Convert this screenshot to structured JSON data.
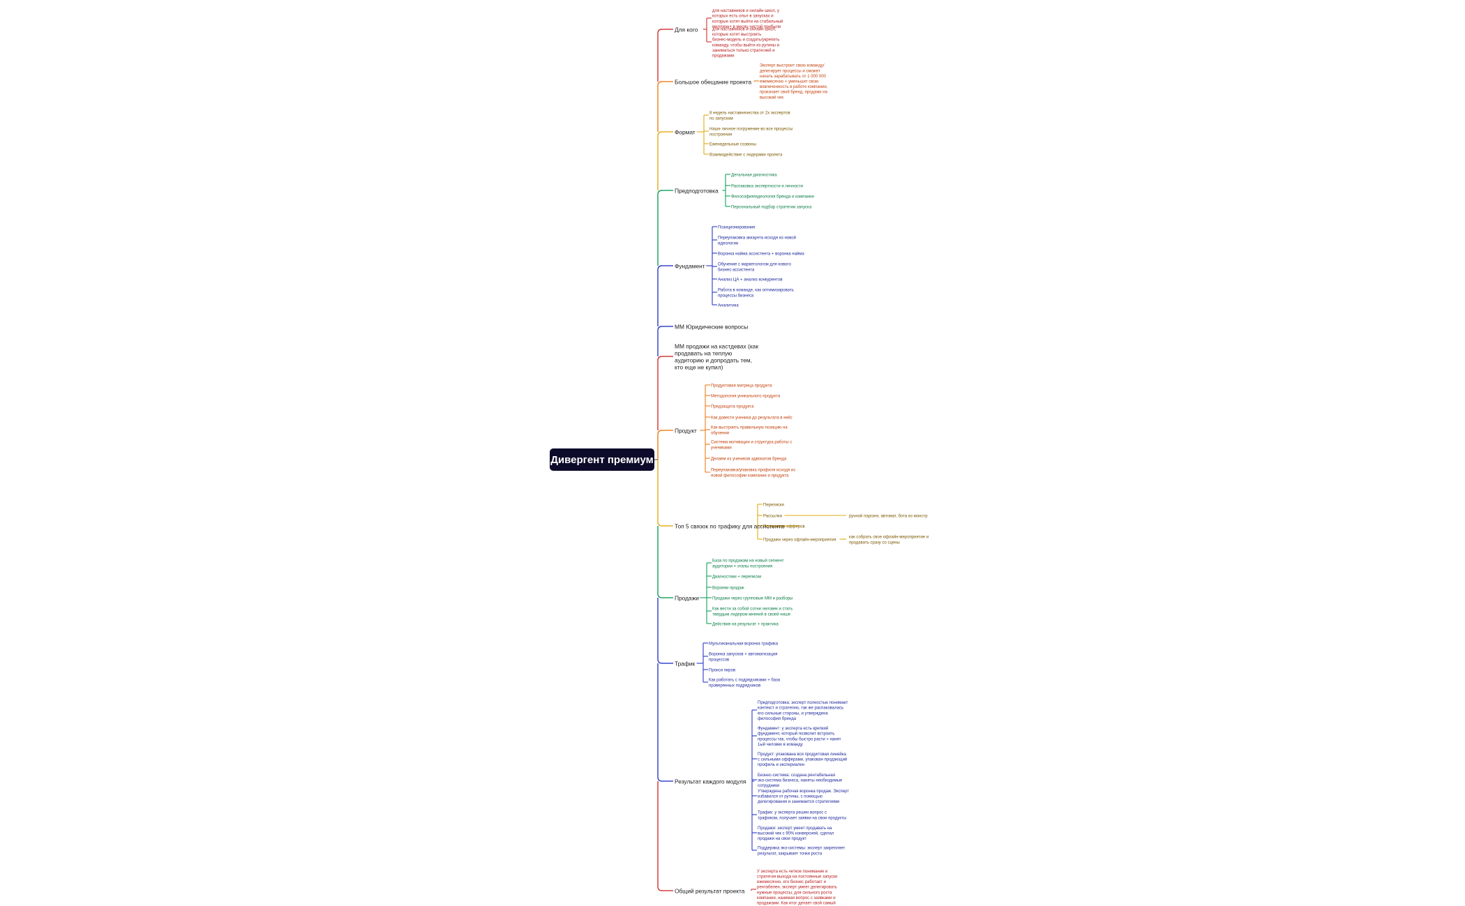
{
  "root": {
    "label": "Дивергент премиум"
  },
  "colors": {
    "red": "#d32f2f",
    "orange": "#ef7c17",
    "yellow": "#e0ab12",
    "green": "#12a05a",
    "blue": "#2b3ac7",
    "red_text": "#b71c1c",
    "orange_text": "#c2410c",
    "yellow_text": "#7a5800",
    "green_text": "#0b7d45",
    "blue_text": "#1f2a9a"
  },
  "branches": [
    {
      "label": "Для кого",
      "color": "red",
      "leaves": [
        "для наставников и онлайн-школ, у которых есть опыт в запусках и которые хотят выйти на стабильный миллион+ в месяц чистой прибыли",
        "для наставников и онлайн-школ, которые хотят выстроить бизнес-модель и создать/укрепить команду, чтобы выйти из рутины и заниматься только стратегией и продажами"
      ]
    },
    {
      "label": "Большое обещание проекта",
      "color": "orange",
      "leaves": [
        "Эксперт выстроит свою команду/ делегирует процессы и сможет начать зарабатывать от 1 000 000 ежемесячно + уменьшит свою вовлеченность в работе компании, прокачает свой бренд, продажи на высокий чек"
      ]
    },
    {
      "label": "Формат",
      "color": "yellow",
      "leaves": [
        "8 недель наставничества от 2х экспертов по запускам",
        "Наше личное погружение во все процессы построения",
        "Еженедельные созвоны",
        "Взаимодействие с лидерами проекта"
      ]
    },
    {
      "label": "Предподготовка",
      "color": "green",
      "leaves": [
        "Детальная диагностика",
        "Распаковка экспертности и личности",
        "Философия/идеология бренда и компании",
        "Персональный подбор стратегии запуска"
      ]
    },
    {
      "label": "Фундамент",
      "color": "blue",
      "leaves": [
        "Позиционирование",
        "Переупаковка аккаунта исходя из новой идеологии",
        "Воронка найма ассистента + воронка найма",
        "Обучение с маркетологом для нового бизнес-ассистента",
        "Анализ ЦА + анализ конкурентов",
        "Работа в команде, как оптимизировать процессы бизнеса",
        "Аналитика"
      ]
    },
    {
      "label": "ММ Юридические вопросы",
      "color": "blue",
      "leaves": []
    },
    {
      "label": "ММ продажи на кастдевах (как продавать на теплую аудиторию и допродать тем, кто еще не купил)",
      "color": "red",
      "leaves": []
    },
    {
      "label": "Продукт",
      "color": "orange",
      "leaves": [
        "Продуктовая матрица продукта",
        "Методология уникального продукта",
        "Предзащита продукта",
        "Как довести ученика до результата в кейс",
        "Как выстроить правильную позицию на обучении",
        "Система мотивации и структура работы с учениками",
        "Делаем из учеников адвокатов бренда",
        "Переупаковка/упаковка профиля исходя из новой философии компании и продукта"
      ]
    },
    {
      "label": "Топ 5 связок по трафику для ассистента",
      "color": "yellow",
      "leaves": [
        "Переписки",
        "Рассылки",
        "Подготовка офферов",
        "Продажи через офлайн-мероприятия"
      ],
      "sub": {
        "Рассылки": "ручной парсинг, автомат, бота из монстр",
        "Продажи через офлайн-мероприятия": "как собрать свое офлайн-мероприятие и продавать сразу со сцены"
      }
    },
    {
      "label": "Продажи",
      "color": "green",
      "leaves": [
        "База по продажам на новый сегмент аудитории + этапы построения",
        "Диагностики + переписки",
        "Воронки продаж",
        "Продажи через групповые ММ и разборы",
        "Как вести за собой сотни человек и стать твердым лидером мнений в своей нише",
        "Действия на результат + практика"
      ]
    },
    {
      "label": "Трафик",
      "color": "blue",
      "leaves": [
        "Мультиканальная воронка трафика",
        "Воронка запусков + автоматизация процессов",
        "Прокси пиров",
        "Как работать с подрядчиками + база проверенных подрядчиков"
      ]
    },
    {
      "label": "Результат каждого модуля",
      "color": "blue",
      "leaves": [
        "Предподготовка: эксперт полностью понимает контекст и стратегию, так же распаковалась его сильные стороны, и утверждена философия бренда",
        "Фундамент: у эксперта есть крепкий фундамент, который позволит встроить процессы так, чтобы быстро расти + нанят 1ый человек в команду",
        "Продукт: упакована вся продуктовая линейка с сильными офферами, упакован продающий профиль и экспериален",
        "Бизнес-система: создана рентабельная эко-система бизнеса, наняты необходимые сотрудники",
        "Утверждена рабочая воронка продаж. Эксперт избавился от рутины, с помощью делегирования и занимается стратегиями",
        "Трафик: у эксперта решен вопрос с трафиком, получает заявки на свои продукты",
        "Продажи: эксперт умеет продавать на высокий чек с 90% конверсией, сделал продажи на свои продукт",
        "Поддержка эко-системы: эксперт закрепляет результат, закрывает точки роста"
      ]
    },
    {
      "label": "Общий результат проекта",
      "color": "red",
      "leaves": [
        "У эксперта есть четкое понимание и стратегия выхода на постоянные запуски ежемесячно, его бизнес работает и рентабелен, эксперт умеет делегировать нужные процессы, для сильного роста компании, нанимая вопрос с заявками и продажами. Как итог делает свой самый большой запуск"
      ]
    }
  ]
}
